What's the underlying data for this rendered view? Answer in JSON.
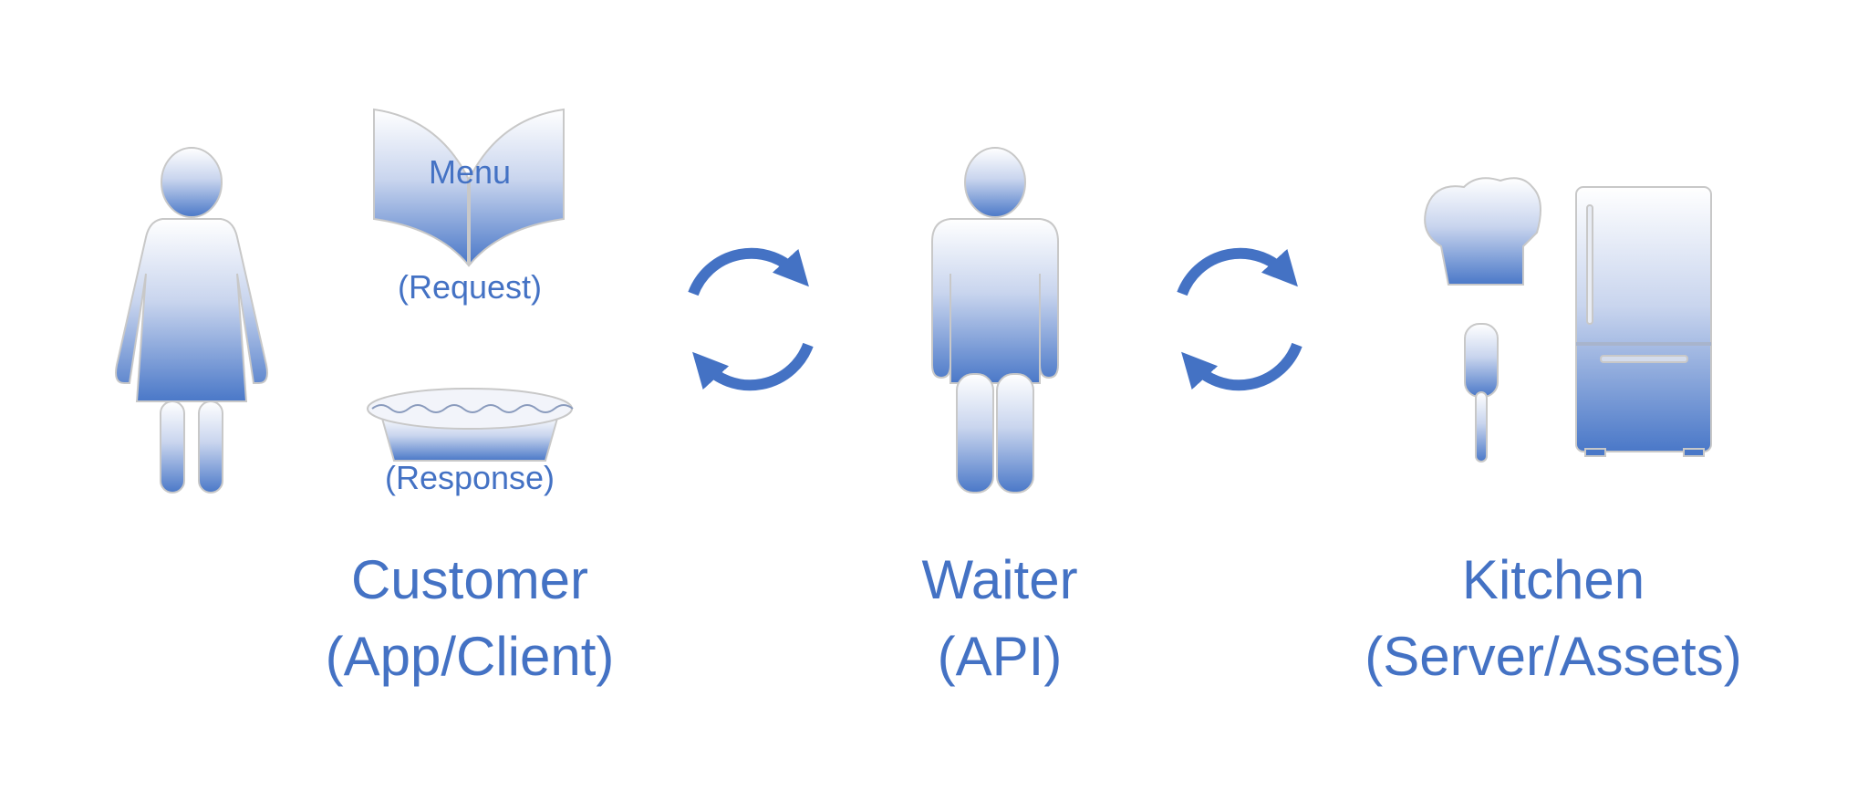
{
  "colors": {
    "accent": "#4472c4"
  },
  "customer": {
    "title": "Customer",
    "subtitle": "(App/Client)",
    "menu_label": "Menu",
    "request_label": "(Request)",
    "response_label": "(Response)"
  },
  "waiter": {
    "title": "Waiter",
    "subtitle": "(API)"
  },
  "kitchen": {
    "title": "Kitchen",
    "subtitle": "(Server/Assets)"
  }
}
